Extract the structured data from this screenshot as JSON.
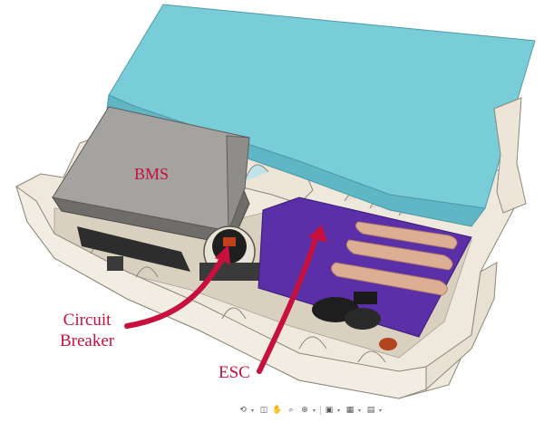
{
  "labels": {
    "bms": "BMS",
    "circuit_breaker_line1": "Circuit",
    "circuit_breaker_line2": "Breaker",
    "esc": "ESC"
  },
  "colors": {
    "lid": "#79cdd8",
    "lid_side": "#5fb6c4",
    "housing": "#efe8dc",
    "housing_shadow": "#d5ccbd",
    "bms_plate": "#9c9a96",
    "pcb": "#5b2fa8",
    "copper_pipe": "#d9a98e",
    "annotation": "#c8103e"
  },
  "toolbar": {
    "icons": [
      "orbit-icon",
      "pan-icon",
      "zoom-icon",
      "fit-icon",
      "display-mode-icon",
      "grid-icon",
      "viewport-icon"
    ]
  }
}
